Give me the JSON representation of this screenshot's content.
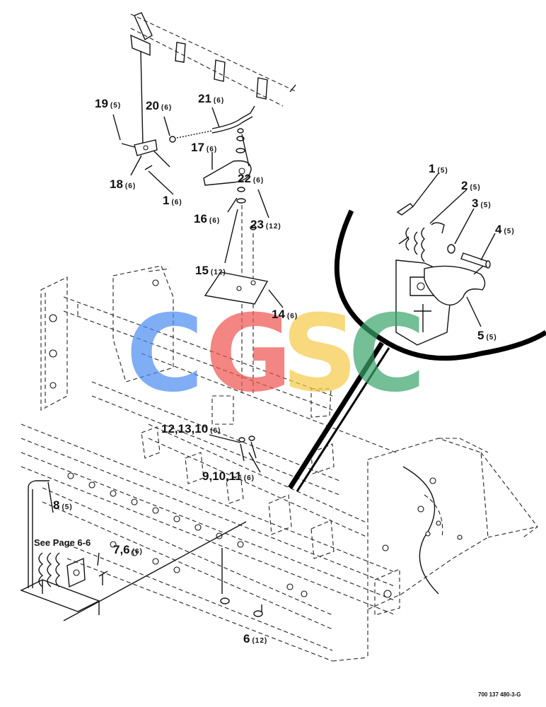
{
  "callouts": [
    {
      "id": "c19",
      "label": "19",
      "qty": "(5)"
    },
    {
      "id": "c20",
      "label": "20",
      "qty": "(6)"
    },
    {
      "id": "c21",
      "label": "21",
      "qty": "(6)"
    },
    {
      "id": "c17",
      "label": "17",
      "qty": "(6)"
    },
    {
      "id": "c22",
      "label": "22",
      "qty": "(6)"
    },
    {
      "id": "c18",
      "label": "18",
      "qty": "(6)"
    },
    {
      "id": "c1a",
      "label": "1",
      "qty": "(6)"
    },
    {
      "id": "c16",
      "label": "16",
      "qty": "(6)"
    },
    {
      "id": "c23",
      "label": "23",
      "qty": "(12)"
    },
    {
      "id": "c15",
      "label": "15",
      "qty": "(12)"
    },
    {
      "id": "c14",
      "label": "14",
      "qty": "(6)"
    },
    {
      "id": "c1b",
      "label": "1",
      "qty": "(5)"
    },
    {
      "id": "c2",
      "label": "2",
      "qty": "(5)"
    },
    {
      "id": "c3",
      "label": "3",
      "qty": "(5)"
    },
    {
      "id": "c4",
      "label": "4",
      "qty": "(5)"
    },
    {
      "id": "c5",
      "label": "5",
      "qty": "(5)"
    },
    {
      "id": "c12",
      "label": "12,13,10",
      "qty": "(6)"
    },
    {
      "id": "c9",
      "label": "9,10,11",
      "qty": "(6)"
    },
    {
      "id": "c8",
      "label": "8",
      "qty": "(5)"
    },
    {
      "id": "c7",
      "label": "7,6",
      "qty": "(6)"
    },
    {
      "id": "c6",
      "label": "6",
      "qty": "(12)"
    }
  ],
  "reference_note": "See Page 6-6",
  "drawing_number": "700 137 480-3-G",
  "watermark": {
    "letters": [
      "C",
      "G",
      "S",
      "C"
    ],
    "colors": [
      "#4a8cf0",
      "#ef5350",
      "#f7c948",
      "#3aa46a"
    ]
  }
}
